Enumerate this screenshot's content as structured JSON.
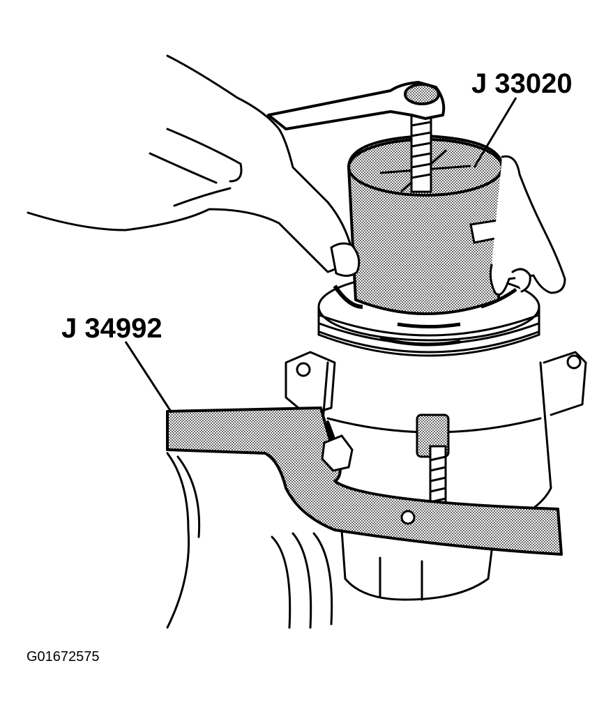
{
  "figure": {
    "callouts": {
      "clutch_holder_tool": "J 33020",
      "compressor_holding_fixture": "J 34992"
    },
    "figure_id": "G01672575"
  },
  "colors": {
    "ink": "#000000",
    "paper": "#ffffff",
    "stipple": "#b8b8b8"
  }
}
